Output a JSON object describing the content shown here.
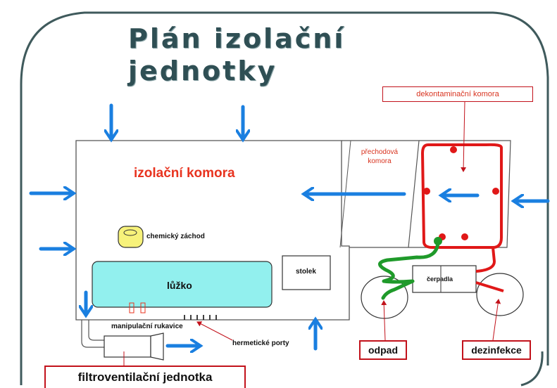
{
  "title_line1": "Plán izolační",
  "title_line2": "jednotky",
  "labels": {
    "isolation_chamber": "izolační komora",
    "transfer_chamber_line1": "přechodová",
    "transfer_chamber_line2": "komora",
    "decon_chamber": "dekontaminační komora",
    "chemical_toilet": "chemický záchod",
    "bed": "lůžko",
    "stool": "stolek",
    "pumps": "čerpadla",
    "gloves": "manipulační rukavice",
    "ports": "hermetické porty",
    "waste": "odpad",
    "disinfection": "dezinfekce",
    "filter_unit": "filtroventilační jednotka"
  },
  "colors": {
    "title": "#2f4f54",
    "air_arrow": "#1a7fe0",
    "clean_loop": "#e01818",
    "waste_pipe": "#1f9a2a",
    "bed_fill": "#92f0ee",
    "toilet_fill": "#f7f27a",
    "callout_border": "#c2121b",
    "frame": "#3f5a5c"
  }
}
